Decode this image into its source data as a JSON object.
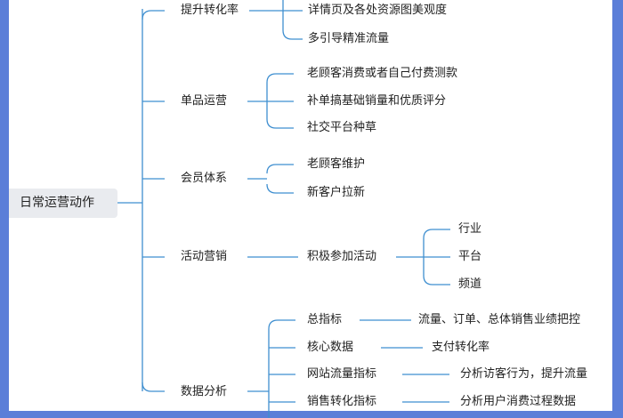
{
  "root": {
    "label": "日常运营动作"
  },
  "branches": [
    {
      "label": "提升转化率",
      "children": [
        "详情页及各处资源图美观度",
        "多引导精准流量"
      ]
    },
    {
      "label": "单品运营",
      "children": [
        "老顾客消费或者自己付费测款",
        "补单搞基础销量和优质评分",
        "社交平台种草"
      ]
    },
    {
      "label": "会员体系",
      "children": [
        "老顾客维护",
        "新客户拉新"
      ]
    },
    {
      "label": "活动营销",
      "children": [
        "积极参加活动"
      ],
      "grandchildren": [
        "行业",
        "平台",
        "频道"
      ]
    },
    {
      "label": "数据分析",
      "children": [
        {
          "label": "总指标",
          "detail": "流量、订单、总体销售业绩把控"
        },
        {
          "label": "核心数据",
          "detail": "支付转化率"
        },
        {
          "label": "网站流量指标",
          "detail": "分析访客行为，提升流量"
        },
        {
          "label": "销售转化指标",
          "detail": "分析用户消费过程数据"
        }
      ]
    }
  ],
  "colors": {
    "line": "#3f8fd0",
    "frame": "#5b7ed8",
    "root_bg": "#e9ebef"
  }
}
